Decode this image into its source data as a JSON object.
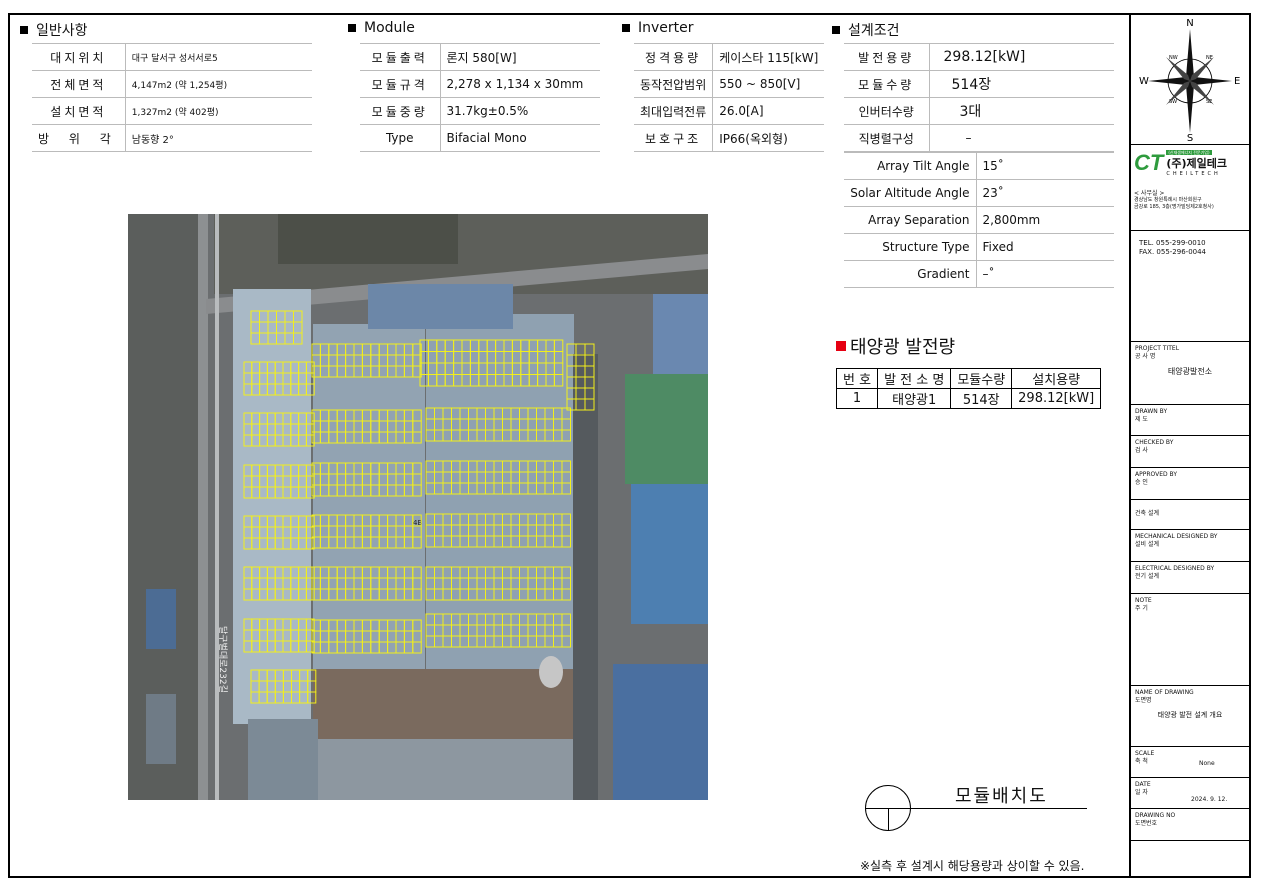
{
  "general": {
    "title": "일반사항",
    "rows": [
      {
        "label": "대지위치",
        "value": "대구 달서구 성서서로5"
      },
      {
        "label": "전체면적",
        "value": "4,147m2 (약 1,254평)"
      },
      {
        "label": "설치면적",
        "value": "1,327m2 (약 402평)"
      },
      {
        "label": "방 위 각",
        "value": "남동향 2°"
      }
    ]
  },
  "module": {
    "title": "Module",
    "rows": [
      {
        "label": "모듈출력",
        "value": "론지 580[W]"
      },
      {
        "label": "모듈규격",
        "value": "2,278 x 1,134 x 30mm"
      },
      {
        "label": "모듈중량",
        "value": "31.7kg±0.5%"
      },
      {
        "label": "Type",
        "value": "Bifacial Mono"
      }
    ]
  },
  "inverter": {
    "title": "Inverter",
    "rows": [
      {
        "label": "정격용량",
        "value": "케이스타 115[kW]"
      },
      {
        "label": "동작전압범위",
        "value": "550 ~ 850[V]"
      },
      {
        "label": "최대입력전류",
        "value": "26.0[A]"
      },
      {
        "label": "보호구조",
        "value": "IP66(옥외형)"
      }
    ]
  },
  "design": {
    "title": "설계조건",
    "rows": [
      {
        "label": "발전용량",
        "value": "298.12[kW]"
      },
      {
        "label": "모듈수량",
        "value": "514장"
      },
      {
        "label": "인버터수량",
        "value": "3대"
      },
      {
        "label": "직병렬구성",
        "value": "–"
      }
    ],
    "rows2": [
      {
        "label": "Array Tilt Angle",
        "value": "15˚"
      },
      {
        "label": "Solar Altitude Angle",
        "value": "23˚"
      },
      {
        "label": "Array Separation",
        "value": "2,800mm"
      },
      {
        "label": "Structure Type",
        "value": "Fixed"
      },
      {
        "label": "Gradient",
        "value": "–˚"
      }
    ]
  },
  "pv": {
    "title": "태양광 발전량",
    "headers": [
      "번 호",
      "발 전 소 명",
      "모듈수량",
      "설치용량"
    ],
    "rows": [
      [
        "1",
        "태양광1",
        "514장",
        "298.12[kW]"
      ]
    ]
  },
  "layout_label": "모듈배치도",
  "note": "※실측 후 설계시 해당용량과 상이할 수 있음.",
  "aerial": {
    "road_label": "달구벌대로232길",
    "building_no": "4B",
    "panel_color": "#f2ef1a"
  },
  "compass": {
    "n": "N",
    "s": "S",
    "e": "E",
    "w": "W",
    "nw": "NW",
    "ne": "NE",
    "sw": "SW",
    "se": "SE"
  },
  "company": {
    "logo_mark": "CT",
    "badge": "(신재생에너지 전문기업)",
    "name": "(주)제일테크",
    "en": "CHEILTECH",
    "office_label": "< 사무실 >",
    "address1": "경상남도 창원특례시 마산회원구",
    "address2": "금강로 185, 3층(명가빌딩제2호청사)",
    "tel": "TEL. 055-299-0010",
    "fax": "FAX. 055-296-0044"
  },
  "titleblock": {
    "project_en": "PROJECT TITEL",
    "project_ko": "공 사 명",
    "project_value": "태양광발전소",
    "drawn_en": "DRAWN BY",
    "drawn_ko": "제  도",
    "checked_en": "CHECKED BY",
    "checked_ko": "검  사",
    "approved_en": "APPROVED BY",
    "approved_ko": "승  인",
    "arch_ko": "건축 설계",
    "mech_en": "MECHANICAL DESIGNED BY",
    "mech_ko": "설비 설계",
    "elec_en": "ELECTRICAL DESIGNED BY",
    "elec_ko": "전기 설계",
    "note_en": "NOTE",
    "note_ko": "주  기",
    "drawing_name_en": "NAME OF DRAWING",
    "drawing_name_ko": "도면명",
    "drawing_name_value": "태양광 발전 설계 개요",
    "scale_en": "SCALE",
    "scale_ko": "축  척",
    "scale_value": "None",
    "date_en": "DATE",
    "date_ko": "일  자",
    "date_value": "2024. 9. 12.",
    "drawing_no_en": "DRAWING NO",
    "drawing_no_ko": "도면번호"
  }
}
